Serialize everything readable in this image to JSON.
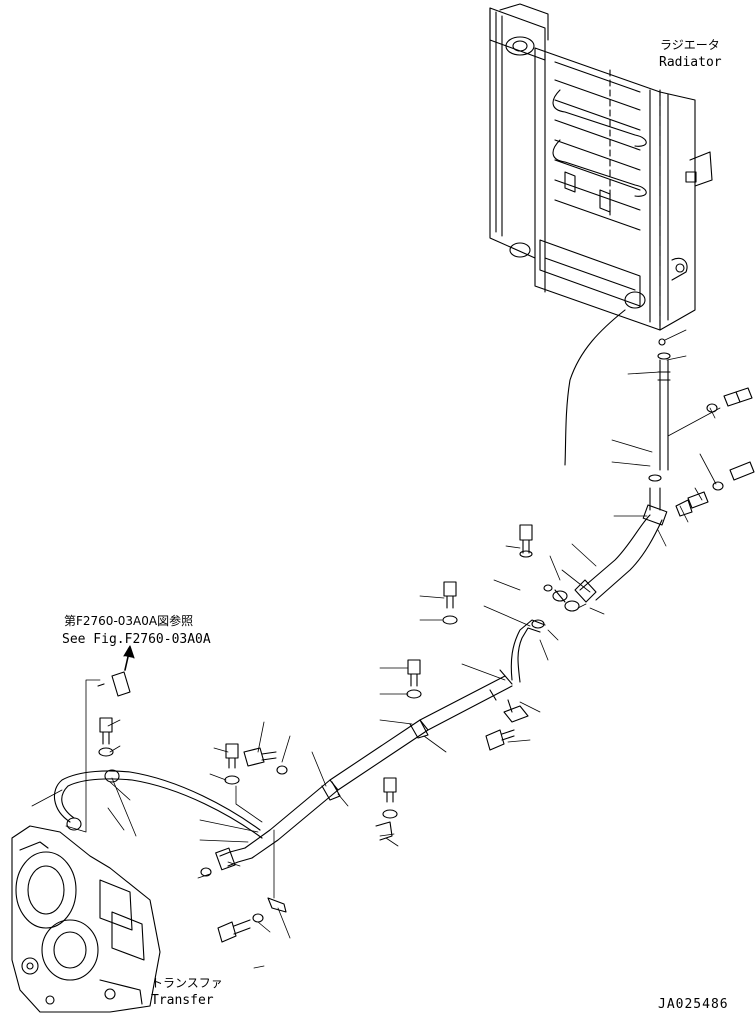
{
  "labels": {
    "radiator_ja": "ラジエータ",
    "radiator_en": "Radiator",
    "reference_ja": "第F2760-03A0A図参照",
    "reference_en": "See Fig.F2760-03A0A",
    "transfer_ja": "トランスファ",
    "transfer_en": "Transfer",
    "drawing_number": "JA025486"
  },
  "colors": {
    "line": "#000000",
    "background": "#ffffff"
  }
}
